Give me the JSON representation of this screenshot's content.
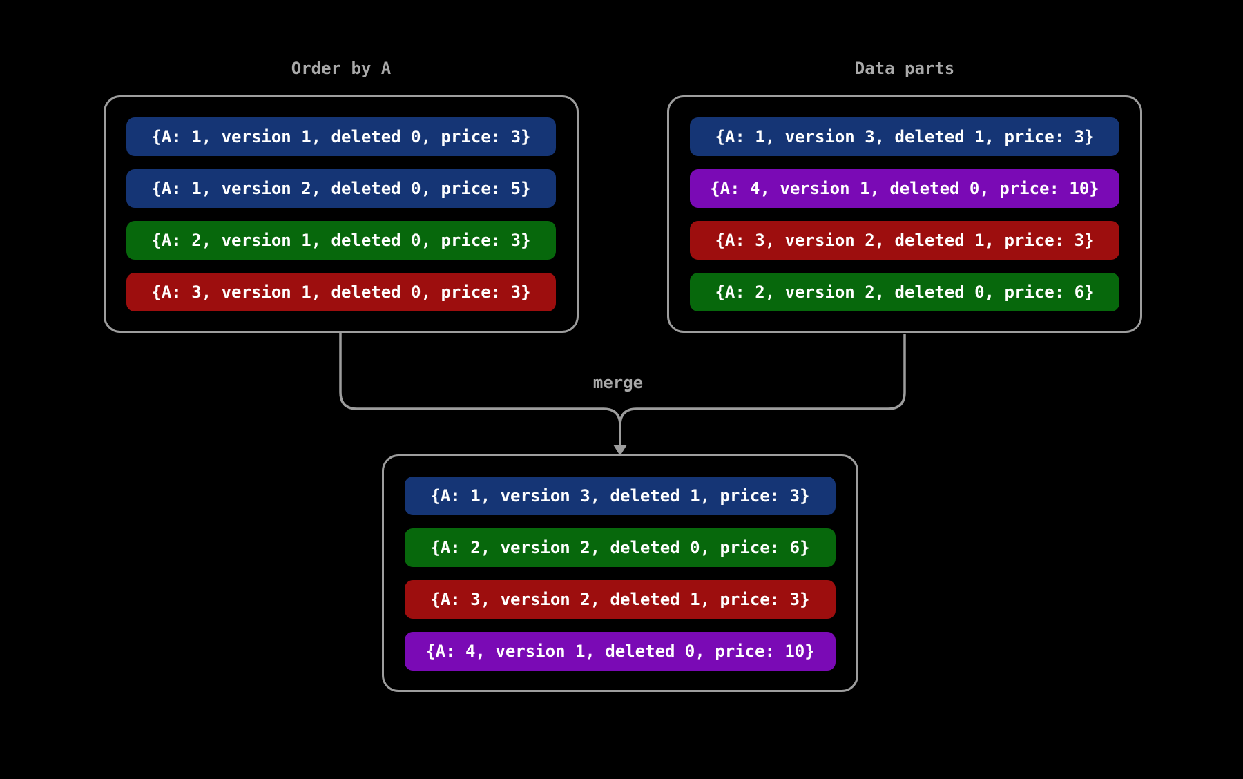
{
  "canvas": {
    "background": "#000000",
    "line_color": "#9d9d9d",
    "row_text_color": "#ffffff",
    "label_color": "#a9a9a9"
  },
  "colors": {
    "blue": "#153575",
    "green": "#07680c",
    "red": "#9d0e0e",
    "purple": "#7a0ab5"
  },
  "merge_label": "merge",
  "panels": {
    "order_by_a": {
      "title": "Order by A",
      "rows": [
        {
          "text": "{A: 1, version 1, deleted 0, price: 3}",
          "bg": "#153575"
        },
        {
          "text": "{A: 1, version 2, deleted 0, price: 5}",
          "bg": "#153575"
        },
        {
          "text": "{A: 2, version 1, deleted 0, price: 3}",
          "bg": "#07680c"
        },
        {
          "text": "{A: 3, version 1, deleted 0, price: 3}",
          "bg": "#9d0e0e"
        }
      ]
    },
    "data_parts": {
      "title": "Data parts",
      "rows": [
        {
          "text": "{A: 1, version 3, deleted 1, price: 3}",
          "bg": "#153575"
        },
        {
          "text": "{A: 4, version 1, deleted 0, price: 10}",
          "bg": "#7a0ab5"
        },
        {
          "text": "{A: 3, version 2, deleted 1, price: 3}",
          "bg": "#9d0e0e"
        },
        {
          "text": "{A: 2, version 2, deleted 0, price: 6}",
          "bg": "#07680c"
        }
      ]
    },
    "merged": {
      "rows": [
        {
          "text": "{A: 1, version 3, deleted 1, price: 3}",
          "bg": "#153575"
        },
        {
          "text": "{A: 2, version 2, deleted 0, price: 6}",
          "bg": "#07680c"
        },
        {
          "text": "{A: 3, version 2, deleted 1, price: 3}",
          "bg": "#9d0e0e"
        },
        {
          "text": "{A: 4, version 1, deleted 0, price: 10}",
          "bg": "#7a0ab5"
        }
      ]
    }
  }
}
